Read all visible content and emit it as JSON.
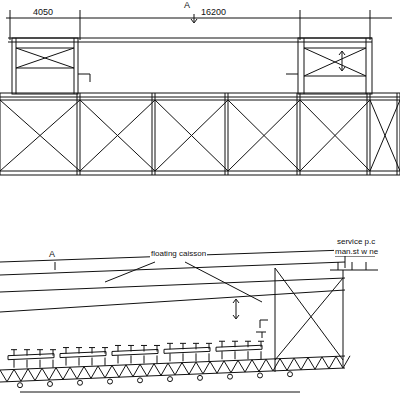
{
  "diagram": {
    "labels": [
      "4050",
      "16200",
      "A",
      "A",
      "floating caisson",
      "service p.c",
      "man.st w ne"
    ]
  }
}
